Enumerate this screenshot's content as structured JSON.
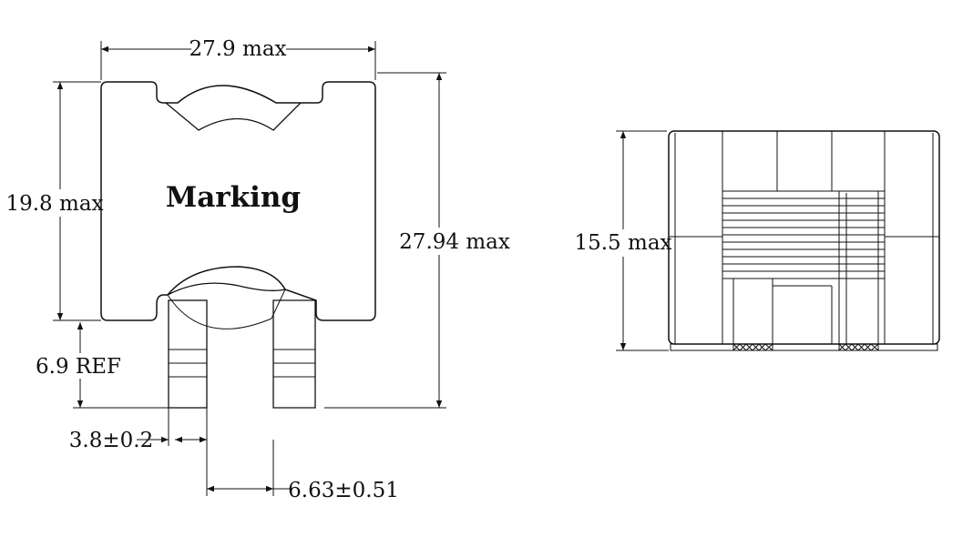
{
  "front_view": {
    "marking_label": "Marking",
    "width_label": "27.9 max",
    "body_height_label": "19.8 max",
    "total_height_label": "27.94 max",
    "lead_ref_label": "6.9 REF",
    "lead_width_label": "3.8±0.2",
    "lead_spacing_label": "6.63±0.51"
  },
  "side_view": {
    "height_label": "15.5 max"
  }
}
